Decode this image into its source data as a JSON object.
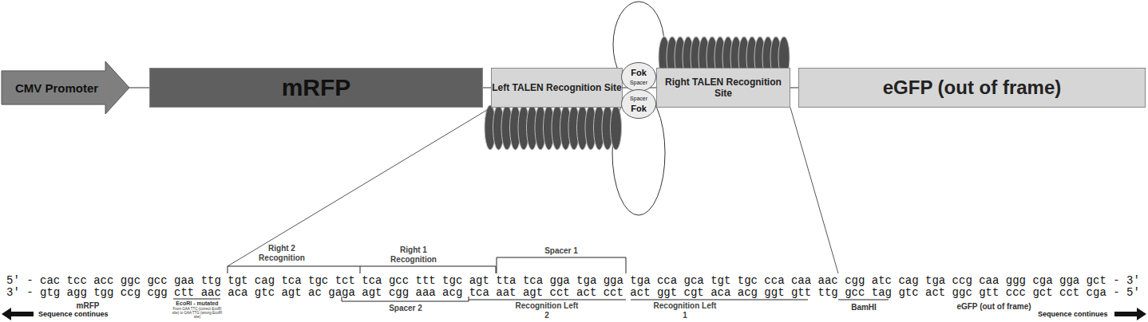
{
  "diagram": {
    "nodes": [
      {
        "text": [
          "CMV Promoter"
        ]
      },
      {
        "text": [
          "mRFP"
        ]
      },
      {
        "text": [
          "Left TALEN Recognition Site"
        ]
      },
      {
        "text": [
          "Fok",
          "Spacer"
        ]
      },
      {
        "text": [
          "Spacer",
          "Fok"
        ]
      },
      {
        "text": [
          "Right TALEN Recognition Site"
        ]
      },
      {
        "text": [
          "eGFP (out of frame)"
        ]
      }
    ],
    "edges": [
      {
        "from": 0,
        "to": 1,
        "arrow": "none"
      },
      {
        "from": 1,
        "to": 2,
        "arrow": "none"
      },
      {
        "from": 5,
        "to": 6,
        "arrow": "none"
      }
    ],
    "labels": [
      "5' - cac tcc acc ggc gcc gaa ttg tgt cag tca tgc tct tca gcc ttt tgc agt tta tca gga tga gga tga cca gca tgt tgc cca caa aac cgg atc cag tga ccg caa ggg cga gga gct - 3'",
      "3' - gtg agg tgg ccg cgg ctt aac aca gtc agt ac gaga agt cgg aaa acg tca aat agt cct act cct act ggt cgt aca acg ggt gtt ttg gcc tag gtc act ggc gtt ccc gct cct cga - 5'",
      "Right 2 Recognition",
      "Right 1 Recognition",
      "Spacer 1",
      "mRFP",
      "EcoRI - mutated",
      "From GAA TTC (correct EcoRI site) to GAA TTG (wrong EcoRI site)",
      "Spacer 2",
      "Recognition Left 2",
      "Recognition Left 1",
      "BamHI",
      "eGFP (out of frame)",
      "Sequence continues",
      "Sequence continues"
    ]
  }
}
